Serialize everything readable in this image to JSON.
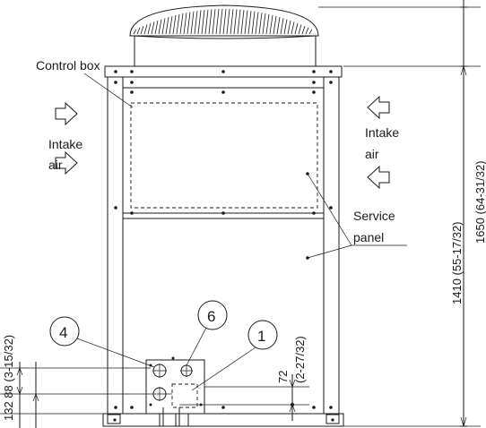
{
  "labels": {
    "control_box": "Control box",
    "intake_left_1": "Intake",
    "intake_left_2": "air",
    "intake_right_1": "Intake",
    "intake_right_2": "air",
    "service_1": "Service",
    "service_2": "panel"
  },
  "callouts": {
    "c4": "4",
    "c6": "6",
    "c1": "1"
  },
  "dimensions": {
    "d1410": "1410  (55-17/32)",
    "d1650": "1650  (64-31/32)",
    "d72": "72",
    "d72_in": "(2-27/32)",
    "d_left": "132  88  (3-15/32)"
  }
}
